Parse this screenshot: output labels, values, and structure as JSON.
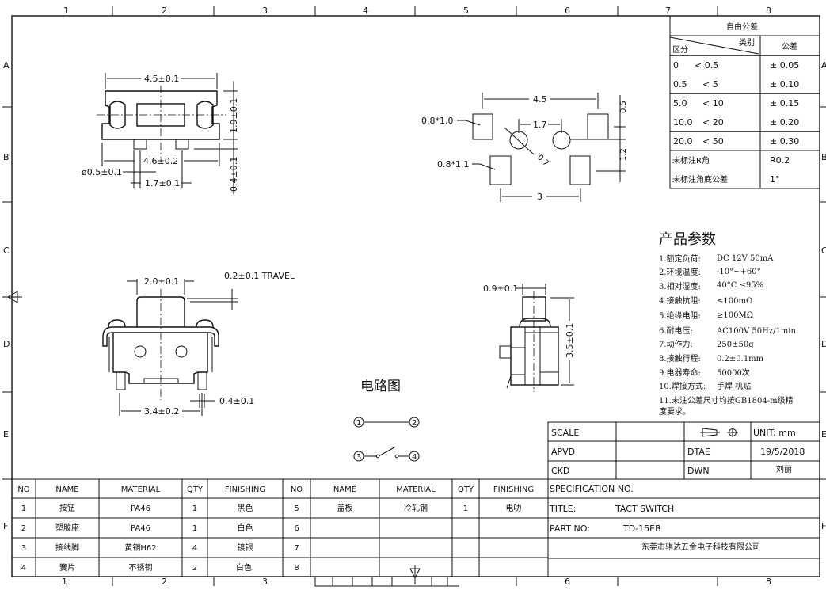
{
  "frame": {
    "columns": [
      "1",
      "2",
      "3",
      "4",
      "5",
      "6",
      "7",
      "8"
    ],
    "rows": [
      "A",
      "B",
      "C",
      "D",
      "E",
      "F"
    ]
  },
  "tolerance_table": {
    "title": "自由公差",
    "header_category": "类别",
    "header_range": "区分",
    "header_tolerance": "公差",
    "rows": [
      {
        "range_a": "0",
        "range_b": "< 0.5",
        "tol": "± 0.05"
      },
      {
        "range_a": "0.5",
        "range_b": "< 5",
        "tol": "± 0.10"
      },
      {
        "range_a": "5.0",
        "range_b": "< 10",
        "tol": "± 0.15"
      },
      {
        "range_a": "10.0",
        "range_b": "< 20",
        "tol": "± 0.20"
      },
      {
        "range_a": "20.0",
        "range_b": "< 50",
        "tol": "± 0.30"
      }
    ],
    "unmarked_r_label": "未标注R角",
    "unmarked_r_value": "R0.2",
    "unmarked_angle_label": "未标注角底公差",
    "unmarked_angle_value": "1°"
  },
  "params": {
    "title": "产品参数",
    "items": [
      {
        "label": "1.额定负荷:",
        "value": "DC 12V 50mA"
      },
      {
        "label": "2.环境温度:",
        "value": "-10°~+60°"
      },
      {
        "label": "3.相对湿度:",
        "value": "40°C  ≤95%"
      },
      {
        "label": "4.接触抗阻:",
        "value": "≤100mΩ"
      },
      {
        "label": "5.绝缘电阻:",
        "value": "≥100MΩ"
      },
      {
        "label": "6.耐电压:",
        "value": "AC100V 50Hz/1min"
      },
      {
        "label": "7.动作力:",
        "value": "250±50g"
      },
      {
        "label": "8.接触行程:",
        "value": "0.2±0.1mm"
      },
      {
        "label": "9.电器寿命:",
        "value": "50000次"
      },
      {
        "label": "10.焊接方式:",
        "value": "手焊 机贴"
      }
    ],
    "note_line1": "11.未注公差尺寸均按GB1804-m级精",
    "note_line2": "度要求。"
  },
  "dimensions": {
    "top_width": "4.5±0.1",
    "top_height": "1.9±0.1",
    "pin_height": "0.4±0.1",
    "pin_span": "4.6±0.2",
    "pin_dia": "ø0.5±0.1",
    "pin_pitch": "1.7±0.1",
    "plunger_width": "2.0±0.1",
    "travel": "0.2±0.1 TRAVEL",
    "lead_span": "3.4±0.2",
    "lead_width": "0.4±0.1",
    "side_plunger": "0.9±0.1",
    "side_height": "3.5±0.1",
    "fp_width": "4.5",
    "fp_hole_pitch": "1.7",
    "fp_hole_dia": "0.7",
    "fp_pad_top": "0.8*1.0",
    "fp_pad_bottom": "0.8*1.1",
    "fp_bottom_span": "3",
    "fp_v1": "0.5",
    "fp_v2": "1.2"
  },
  "circuit": {
    "title": "电路图",
    "nodes": [
      "1",
      "2",
      "3",
      "4"
    ]
  },
  "bom": {
    "headers": [
      "NO",
      "NAME",
      "MATERIAL",
      "QTY",
      "FINISHING",
      "NO",
      "NAME",
      "MATERIAL",
      "QTY",
      "FINISHING"
    ],
    "rows": [
      [
        "1",
        "按钮",
        "PA46",
        "1",
        "黑色",
        "5",
        "盖板",
        "冷轧钢",
        "1",
        "电叻"
      ],
      [
        "2",
        "塑胶座",
        "PA46",
        "1",
        "白色",
        "6",
        "",
        "",
        "",
        ""
      ],
      [
        "3",
        "接线脚",
        "黄铜H62",
        "4",
        "镀银",
        "7",
        "",
        "",
        "",
        ""
      ],
      [
        "4",
        "簧片",
        "不锈钢",
        "2",
        "白色.",
        "8",
        "",
        "",
        "",
        ""
      ]
    ]
  },
  "title_block": {
    "scale_label": "SCALE",
    "unit": "UNIT: mm",
    "apvd_label": "APVD",
    "date_label": "DTAE",
    "date_value": "19/5/2018",
    "ckd_label": "CKD",
    "dwn_label": "DWN",
    "dwn_value": "刘丽",
    "spec_label": "SPECIFICATION NO.",
    "title_label": "TITLE:",
    "title_value": "TACT SWITCH",
    "part_label": "PART NO:",
    "part_value": "TD-15EB",
    "company": "东莞市骐达五金电子科技有限公司"
  }
}
